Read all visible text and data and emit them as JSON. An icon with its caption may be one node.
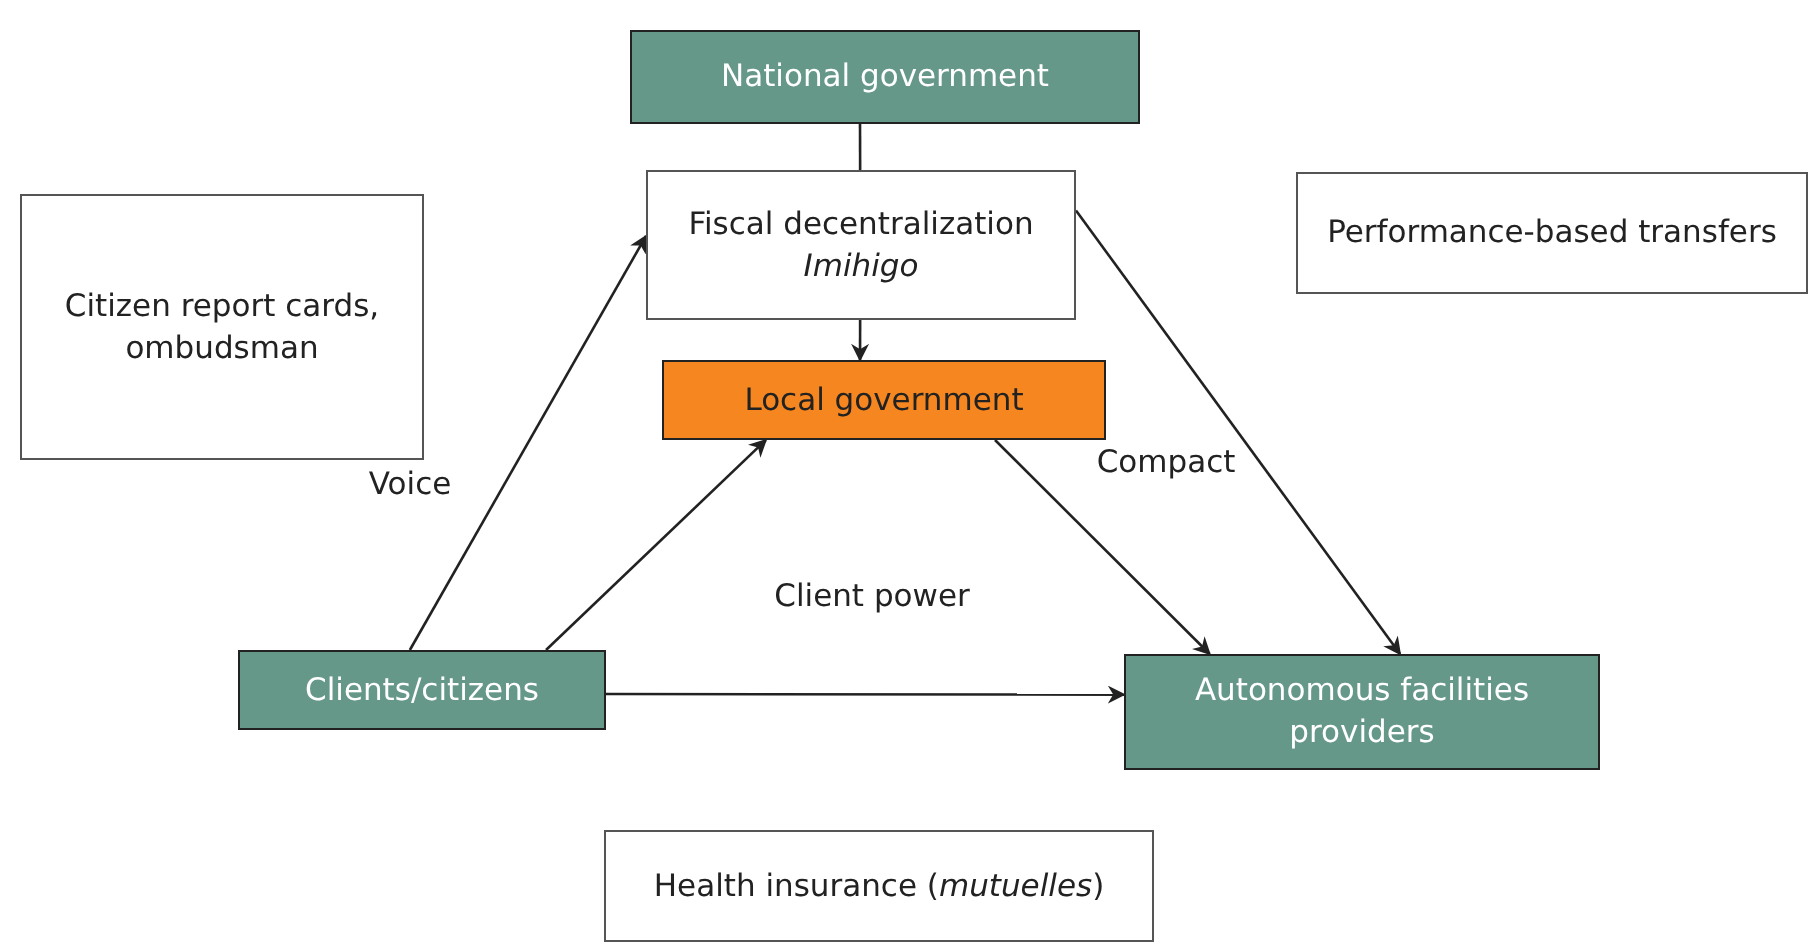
{
  "diagram": {
    "nodes": [
      {
        "text": [
          "National government"
        ]
      },
      {
        "text": [
          "Fiscal decentralization",
          "Imihigo"
        ]
      },
      {
        "text": [
          "Local government"
        ]
      },
      {
        "text": [
          "Citizen report cards, ombudsman"
        ]
      },
      {
        "text": [
          "Performance-based transfers"
        ]
      },
      {
        "text": [
          "Clients/citizens"
        ]
      },
      {
        "text": [
          "Autonomous facilities providers"
        ]
      },
      {
        "text": [
          "Health insurance (*mutuelles*)"
        ]
      }
    ],
    "edges": [
      {
        "from": 0,
        "to": 1,
        "arrow": "none"
      },
      {
        "from": 1,
        "to": 2,
        "arrow": "to"
      },
      {
        "from": 5,
        "to": 1,
        "arrow": "to",
        "label": "Voice"
      },
      {
        "from": 5,
        "to": 2,
        "arrow": "to"
      },
      {
        "from": 5,
        "to": 6,
        "arrow": "to"
      },
      {
        "from": 2,
        "to": 6,
        "arrow": "to"
      },
      {
        "from": 1,
        "to": 6,
        "arrow": "to",
        "label": "Compact"
      }
    ],
    "labels": [
      "Client power"
    ]
  }
}
